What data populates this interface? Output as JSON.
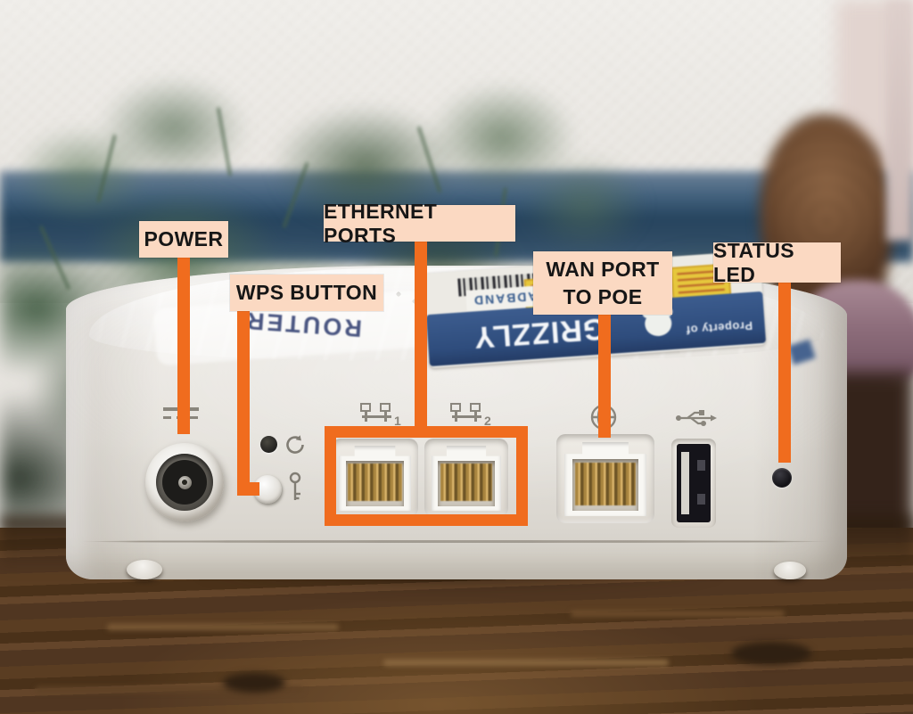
{
  "callouts": {
    "power": {
      "label": "POWER"
    },
    "wps": {
      "label": "WPS BUTTON"
    },
    "ethernet": {
      "label": "ETHERNET PORTS"
    },
    "wan": {
      "line1": "WAN PORT",
      "line2": "TO POE"
    },
    "status": {
      "label": "STATUS LED"
    }
  },
  "device": {
    "top_marking": "ROUTER",
    "brand_label": {
      "name": "GRIZZLY",
      "subtitle": "BROADBAND",
      "property_text": "Property of"
    },
    "port_markings": {
      "lan1": "1",
      "lan2": "2"
    },
    "icons": {
      "dc_power": "solid-over-dashed-bars",
      "reset": "circular-arrow",
      "wps": "key",
      "lan": "two-network-nodes",
      "wan": "globe",
      "usb": "usb-trident",
      "status": "led-dot",
      "brand_logo": "bear"
    }
  },
  "colors": {
    "callout_accent": "#F06C1E",
    "callout_label_bg": "#FBD9C2",
    "callout_label_text": "#161616",
    "brand_blue": "#2E4C7C"
  }
}
